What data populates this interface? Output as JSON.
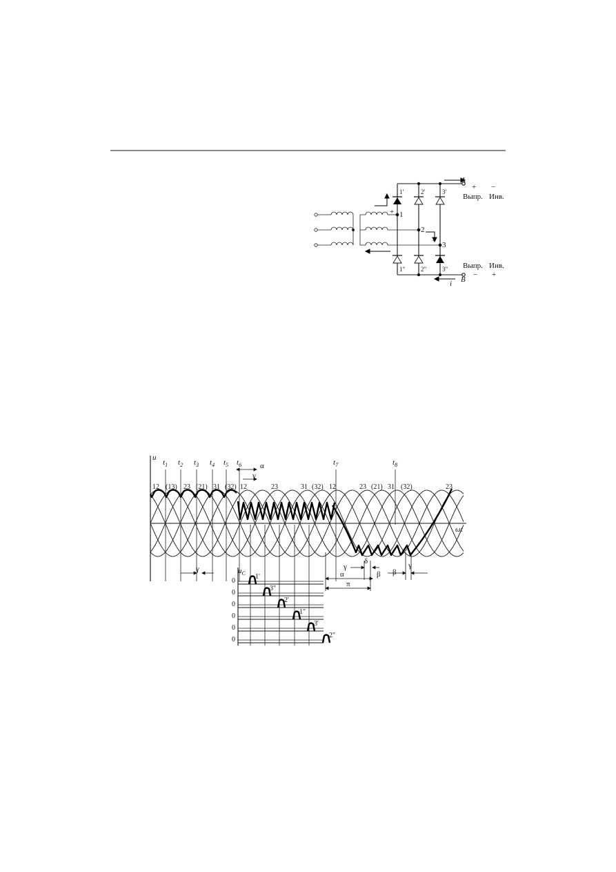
{
  "circuit": {
    "terminal_A": "A",
    "terminal_B": "B",
    "current_label": "i",
    "plus_sign": "+",
    "minus_sign": "−",
    "mode_rect": "Выпр.",
    "mode_inv": "Инв.",
    "diodes_top": [
      "1'",
      "2'",
      "3'"
    ],
    "diodes_bottom": [
      "1\"",
      "2\"",
      "3\""
    ],
    "nodes": [
      "1",
      "2",
      "3"
    ]
  },
  "waveform": {
    "axis_u": "u",
    "axis_wt": "ωt",
    "t_labels": [
      "t",
      "t",
      "t",
      "t",
      "t",
      "t",
      "t",
      "t"
    ],
    "t_subs": [
      "1",
      "2",
      "3",
      "4",
      "5",
      "6",
      "7",
      "8"
    ],
    "phase_labels": [
      "12",
      "(13)",
      "23",
      "(21)",
      "31",
      "(32)",
      "12",
      "23",
      "31",
      "(32)",
      "12",
      "23",
      "(21)",
      "31",
      "(32)",
      "23"
    ],
    "greek": {
      "alpha": "α",
      "gamma": "γ",
      "beta": "β",
      "delta": "δ",
      "pi": "π"
    },
    "uc_label": "u",
    "uc_sub": "C",
    "zero": "0",
    "pulse_labels": [
      "1'",
      "3\"",
      "2'",
      "1\"",
      "3'",
      "2\""
    ]
  }
}
